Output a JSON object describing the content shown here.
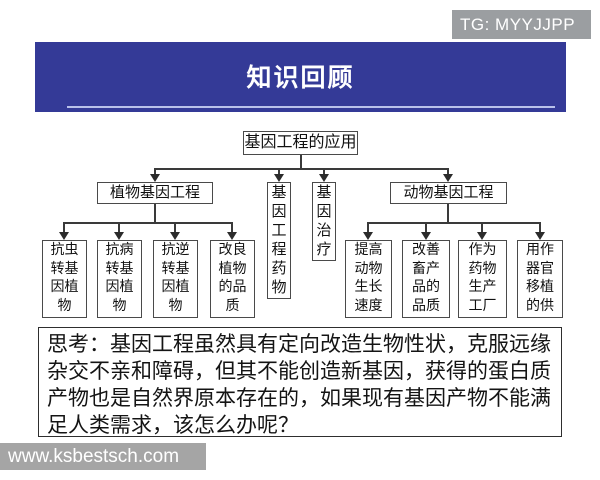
{
  "badge": {
    "text": "TG: MYYJJPP"
  },
  "header": {
    "title": "知识回顾"
  },
  "diagram": {
    "root": {
      "label": "基因工程的应用"
    },
    "branches": [
      {
        "label": "植物基因工程",
        "children": [
          "抗虫转基因植物",
          "抗病转基因植物",
          "抗逆转基因植物",
          "改良植物的品质"
        ]
      },
      {
        "label": "基因工程药物",
        "children": []
      },
      {
        "label": "基因治疗",
        "children": []
      },
      {
        "label": "动物基因工程",
        "children": [
          "提高动物生长速度",
          "改善畜产品的品质",
          "作为药物生产工厂",
          "用作器官移植的供"
        ]
      }
    ]
  },
  "think_box": {
    "text": "思考：基因工程虽然具有定向改造生物性状，克服远缘杂交不亲和障碍，但其不能创造新基因，获得的蛋白质产物也是自然界原本存在的，如果现有基因产物不能满足人类需求，该怎么办呢？"
  },
  "watermark": {
    "text": "www.ksbestsch.com"
  },
  "colors": {
    "banner_bg": "#343a97",
    "banner_underline": "#b9c1ea",
    "badge_bg": "#9b9ea1",
    "watermark_bg": "#a5a5a5",
    "connector_line": "#3a3a3a",
    "box_border": "#4a4a4a",
    "text": "#1a1a1a"
  }
}
